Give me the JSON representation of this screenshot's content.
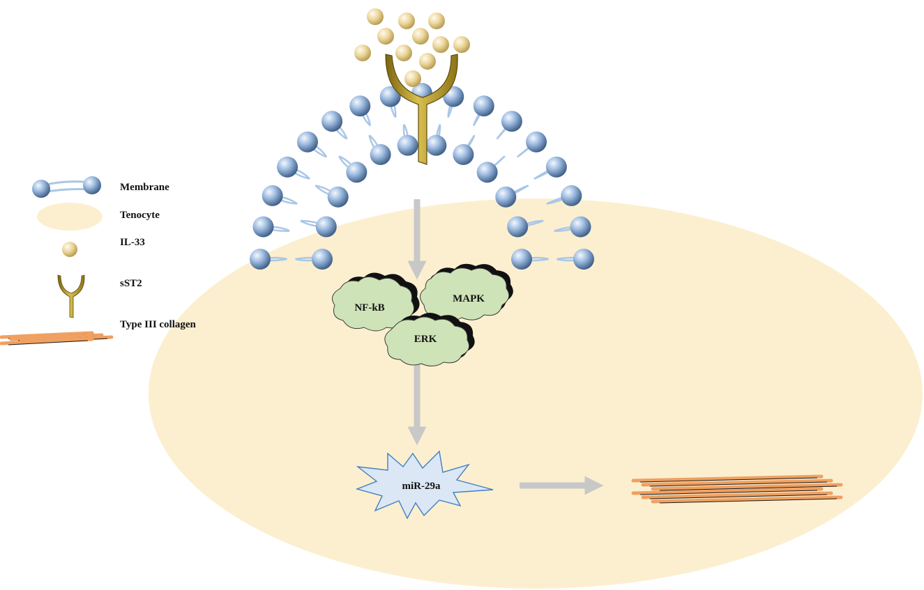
{
  "legend": {
    "membrane": "Membrane",
    "tenocyte": "Tenocyte",
    "il33": "IL-33",
    "sst2": "sST2",
    "collagen": "Type III collagen"
  },
  "pathway": {
    "nfkb": "NF-kB",
    "mapk": "MAPK",
    "erk": "ERK",
    "mir": "miR-29a"
  },
  "colors": {
    "cell": "#fcefcf",
    "bead": "#8fb1d6",
    "tail": "#a9c7e6",
    "il33": "#e8d290",
    "receptor": "#b69a28",
    "cloud": "#cfe3b8",
    "star": "#dbe7f5",
    "arrow": "#c8c8c8",
    "collagen": "#e08a3a"
  }
}
